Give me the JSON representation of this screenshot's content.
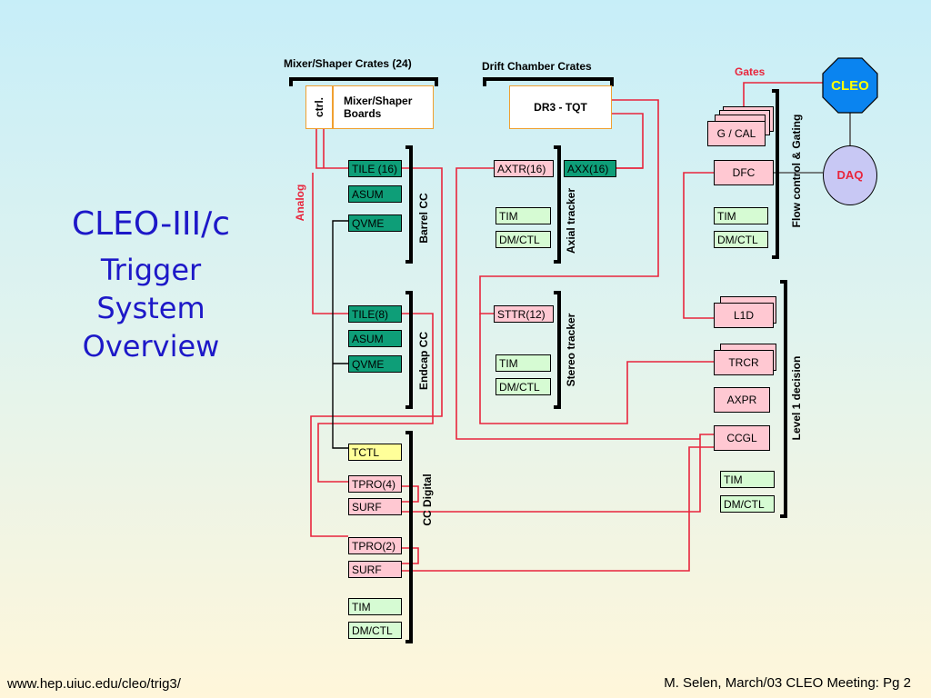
{
  "title": {
    "line1": "CLEO-III/c",
    "line2": "Trigger",
    "line3": "System",
    "line4": "Overview"
  },
  "headers": {
    "mixer_crates": "Mixer/Shaper Crates (24)",
    "drift_crates": "Drift Chamber Crates",
    "gates": "Gates"
  },
  "boxes": {
    "ctrl": "ctrl.",
    "mixer_boards_1": "Mixer/Shaper",
    "mixer_boards_2": "Boards",
    "dr3": "DR3 - TQT",
    "tile16": "TILE (16)",
    "asum1": "ASUM",
    "qvme1": "QVME",
    "tile8": "TILE(8)",
    "asum2": "ASUM",
    "qvme2": "QVME",
    "tctl": "TCTL",
    "tpro4": "TPRO(4)",
    "surf1": "SURF",
    "tpro2": "TPRO(2)",
    "surf2": "SURF",
    "tim_ccd": "TIM",
    "dmctl_ccd": "DM/CTL",
    "axtr": "AXTR(16)",
    "axx": "AXX(16)",
    "tim_ax": "TIM",
    "dmctl_ax": "DM/CTL",
    "sttr": "STTR(12)",
    "tim_st": "TIM",
    "dmctl_st": "DM/CTL",
    "gcal": "G / CAL",
    "dfc": "DFC",
    "tim_fc": "TIM",
    "dmctl_fc": "DM/CTL",
    "l1d": "L1D",
    "trcr": "TRCR",
    "axpr": "AXPR",
    "ccgl": "CCGL",
    "tim_l1": "TIM",
    "dmctl_l1": "DM/CTL",
    "cleo": "CLEO",
    "daq": "DAQ"
  },
  "vertical_labels": {
    "analog": "Analog",
    "barrel_cc": "Barrel CC",
    "endcap_cc": "Endcap CC",
    "cc_digital": "CC Digital",
    "axial_tracker": "Axial tracker",
    "stereo_tracker": "Stereo tracker",
    "flow_control": "Flow control & Gating",
    "level1": "Level 1 decision"
  },
  "footer": {
    "left": "www.hep.uiuc.edu/cleo/trig3/",
    "right": "M. Selen, March/03 CLEO Meeting: Pg 2"
  },
  "colors": {
    "title": "#1d18c8",
    "signal_line": "#e8253c",
    "gates": "#e8253c",
    "analog": "#e8253c",
    "daq_text": "#e8253c",
    "cleo_octagon": "#0a84f0",
    "cleo_text": "#ffff00",
    "daq_fill": "#c8c8f4",
    "tile_fill": "#0e9e78",
    "pink_fill": "#ffc8d2",
    "light_green_fill": "#d6fbd3",
    "tctl_fill": "#ffff99",
    "orange_border": "#f0a030"
  }
}
